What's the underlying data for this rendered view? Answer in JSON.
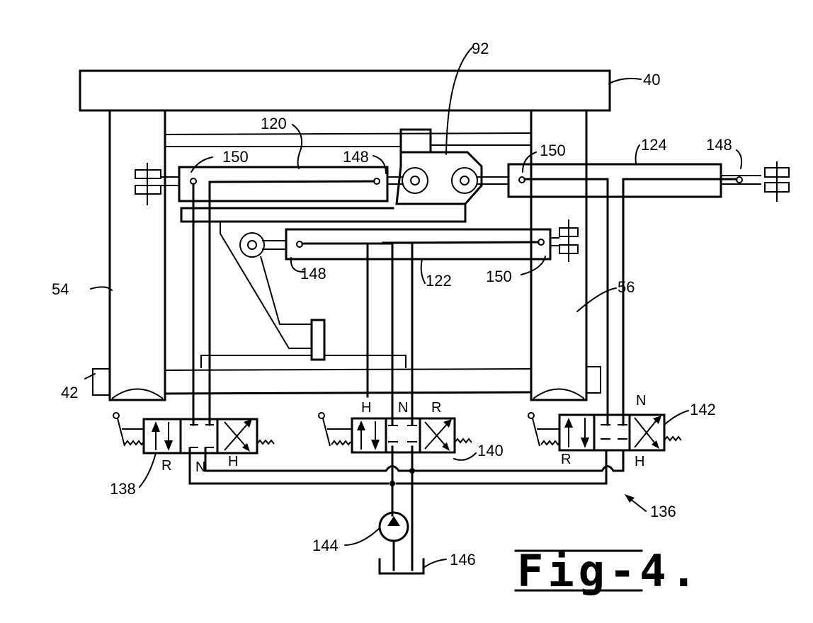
{
  "figure": {
    "title": "Fig-4.",
    "title_parts": {
      "fig": "Fig",
      "number": "4"
    }
  },
  "labels": {
    "frame_top": "40",
    "bracket_92": "92",
    "left_column": "54",
    "right_column": "56",
    "base_42": "42",
    "cylinder_120": "120",
    "cylinder_122": "122",
    "cylinder_124": "124",
    "port_150_cyl120": "150",
    "port_148_cyl120": "148",
    "port_150_cyl124": "150",
    "port_148_cyl124": "148",
    "port_148_cyl122": "148",
    "port_150_cyl122": "150",
    "valve_138": "138",
    "valve_140": "140",
    "valve_142": "142",
    "pump_144": "144",
    "tank_146": "146",
    "system_136": "136"
  },
  "valves": [
    {
      "id": "138",
      "ports": {
        "left": "R",
        "center": "N",
        "right": "H"
      }
    },
    {
      "id": "140",
      "ports": {
        "left": "H",
        "center": "N",
        "right": "R"
      }
    },
    {
      "id": "142",
      "ports": {
        "left": "R",
        "center": "N",
        "right": "H"
      }
    }
  ],
  "icons": {
    "pump": "pump-icon",
    "tank": "tank-icon",
    "spring": "spring-icon",
    "lever": "hand-lever-icon",
    "clevis": "clevis-icon"
  }
}
